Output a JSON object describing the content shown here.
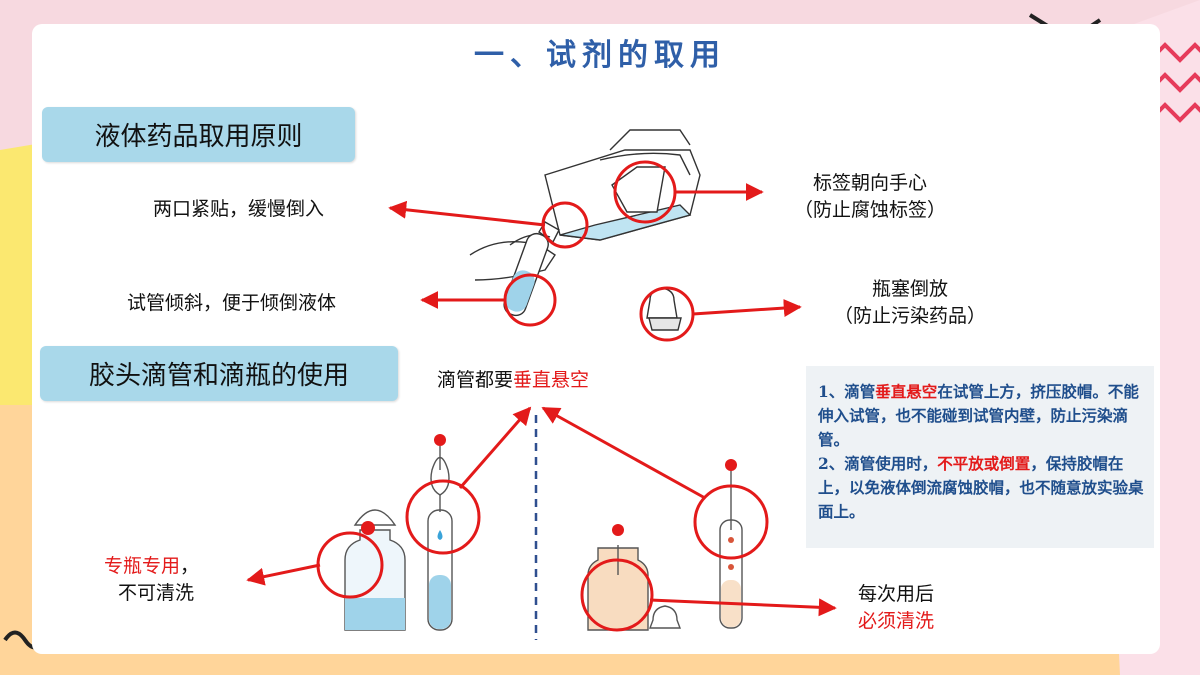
{
  "title": "一、试剂的取用",
  "sections": {
    "liquid": "液体药品取用原则",
    "dropper": "胶头滴管和滴瓶的使用"
  },
  "labels": {
    "mouth_tight": "两口紧贴，缓慢倒入",
    "label_to_palm_1": "标签朝向手心",
    "label_to_palm_2": "（防止腐蚀标签）",
    "tube_tilt": "试管倾斜，便于倾倒液体",
    "stopper_1": "瓶塞倒放",
    "stopper_2": "（防止污染药品）",
    "vertical_prefix": "滴管都要",
    "vertical_red": "垂直悬空",
    "dedicated_red": "专瓶专用",
    "dedicated_comma": "，",
    "no_wash": "不可清洗",
    "after_use": "每次用后",
    "must_wash": "必须清洗"
  },
  "note": {
    "p1_prefix": "1、滴管",
    "p1_red": "垂直悬空",
    "p1_suffix": "在试管上方，挤压胶帽。不能伸入试管，也不能碰到试管内壁，防止污染滴管。",
    "p2_prefix": "2、滴管使用时，",
    "p2_red": "不平放或倒置",
    "p2_suffix": "，保持胶帽在上，以免液体倒流腐蚀胶帽，也不随意放实验桌面上。"
  },
  "colors": {
    "title": "#2f5fa8",
    "section_bg": "#a9d8ea",
    "accent_red": "#e31a1a",
    "note_text": "#1f4e8c"
  }
}
